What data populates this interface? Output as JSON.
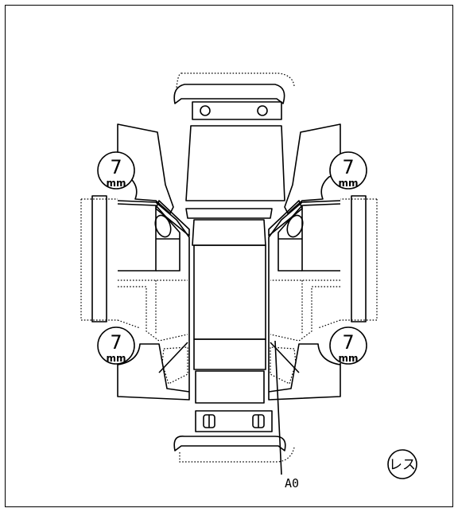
{
  "tread_gauges": {
    "front_left": {
      "depth": "7",
      "unit": "mm"
    },
    "front_right": {
      "depth": "7",
      "unit": "mm"
    },
    "rear_left": {
      "depth": "7",
      "unit": "mm"
    },
    "rear_right": {
      "depth": "7",
      "unit": "mm"
    }
  },
  "damage_marks": [
    {
      "code": "A0"
    }
  ],
  "badge": {
    "label": "レス"
  }
}
